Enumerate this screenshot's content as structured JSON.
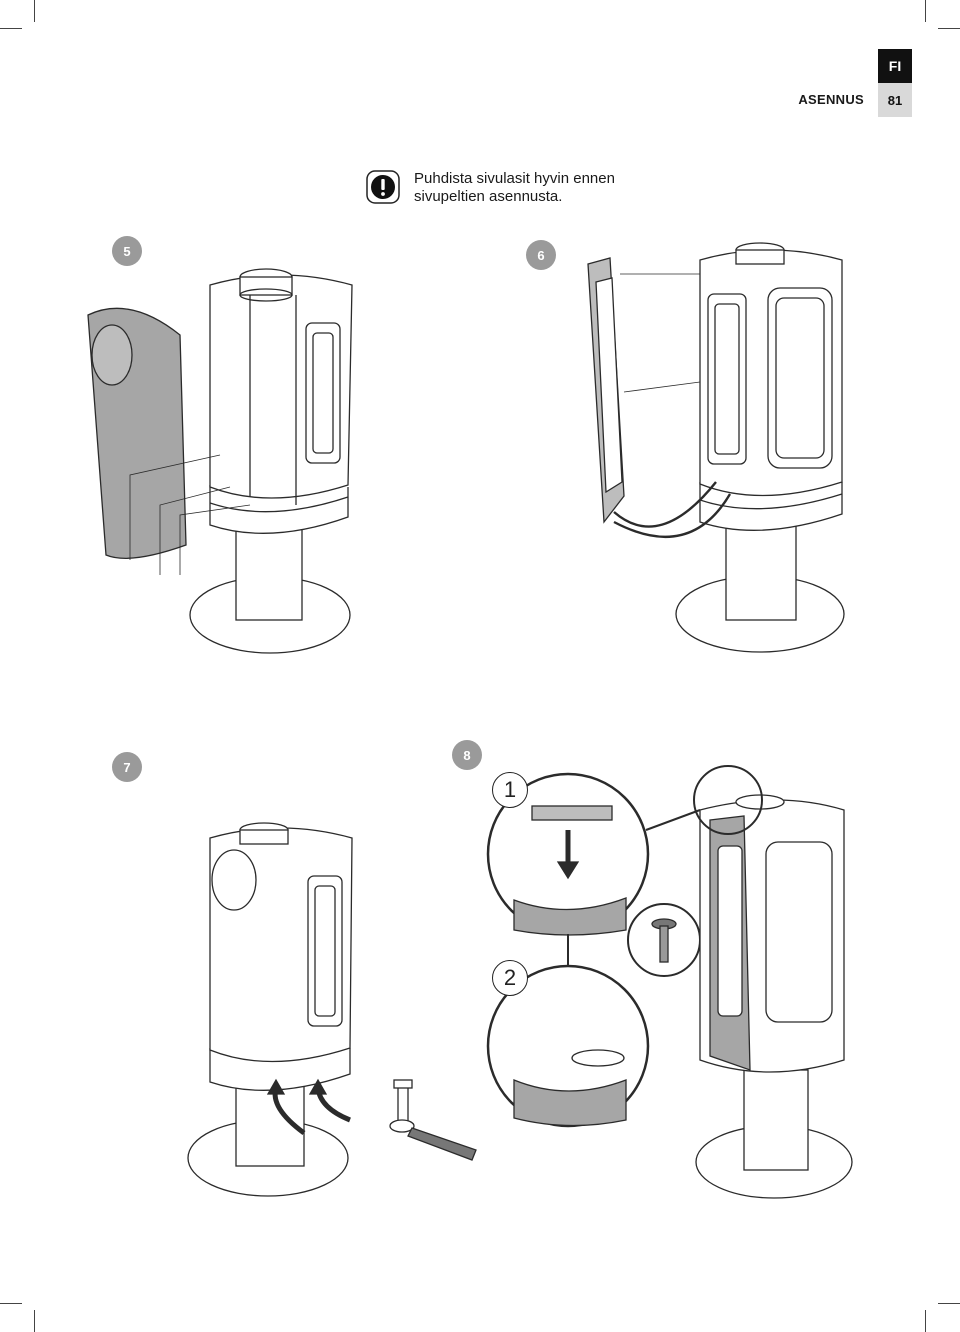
{
  "header": {
    "section": "ASENNUS",
    "language": "FI",
    "page_number": "81"
  },
  "warning": {
    "icon": "exclamation-icon",
    "line1": "Puhdista sivulasit hyvin ennen",
    "line2": "sivupeltien asennusta."
  },
  "steps": {
    "s5": "5",
    "s6": "6",
    "s7": "7",
    "s8": "8"
  },
  "substeps": {
    "a": "1",
    "b": "2"
  },
  "colors": {
    "panel_gray": "#a6a6a6",
    "line": "#2b2b2b",
    "badge": "#9a9a9a"
  }
}
